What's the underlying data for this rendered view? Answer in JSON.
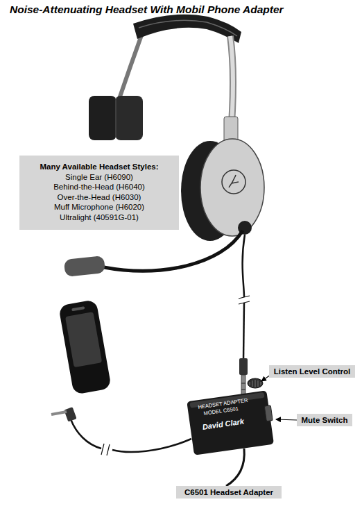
{
  "diagram": {
    "title": "Noise-Attenuating Headset With Mobil Phone Adapter",
    "nodes": [
      {
        "text": [
          "Many Available Headset Styles:",
          "Single Ear (H6090)",
          "Behind-the-Head (H6040)",
          "Over-the-Head (H6030)",
          "Muff Microphone (H6020)",
          "Ultralight (40591G-01)"
        ]
      },
      {
        "text": [
          "Listen Level Control"
        ]
      },
      {
        "text": [
          "Mute Switch"
        ]
      },
      {
        "text": [
          "C6501 Headset Adapter"
        ]
      }
    ],
    "edges": [],
    "labels": [
      "HEADSET ADAPTER",
      "MODEL C6501",
      "David Clark"
    ]
  }
}
